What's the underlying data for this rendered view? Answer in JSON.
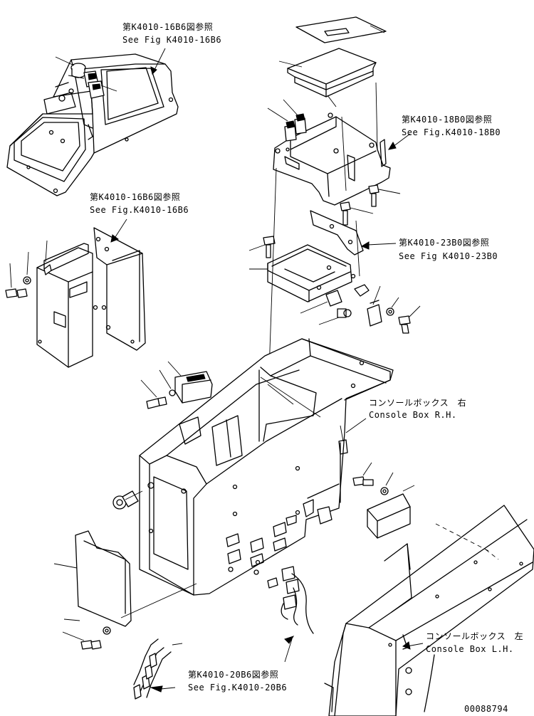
{
  "references": {
    "cab_panel": {
      "jp": "第K4010-16B6図参照",
      "en": "See Fig K4010-16B6"
    },
    "controller_cover": {
      "jp": "第K4010-16B6図参照",
      "en": "See Fig.K4010-16B6"
    },
    "top_bracket": {
      "jp": "第K4010-18B0図参照",
      "en": "See Fig.K4010-18B0"
    },
    "mid_bracket": {
      "jp": "第K4010-23B0図参照",
      "en": "See Fig K4010-23B0"
    },
    "harness": {
      "jp": "第K4010-20B6図参照",
      "en": "See Fig.K4010-20B6"
    }
  },
  "labels": {
    "console_right": {
      "jp": "コンソールボックス　右",
      "en": "Console Box R.H."
    },
    "console_left": {
      "jp": "コンソールボックス　左",
      "en": "Console Box L.H."
    }
  },
  "drawing_number": "00088794"
}
